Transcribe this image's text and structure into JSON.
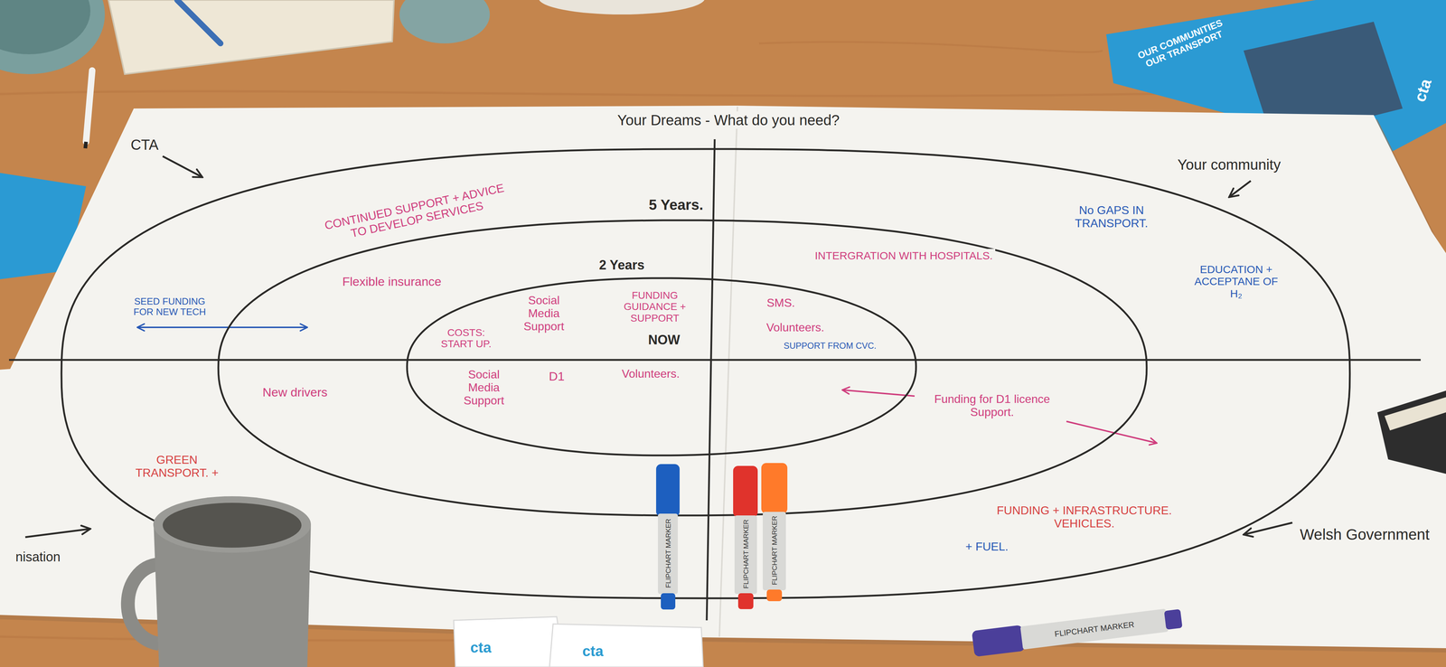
{
  "diagram": {
    "title": "Your Dreams - What do you need?",
    "nodes": [
      {
        "text": [
          "5 Years.",
          "CONTINUED SUPPORT + ADVICE TO DEVELOP SERVICES",
          "SEED FUNDING FOR NEW TECH",
          "GREEN TRANSPORT. +",
          "No GAPS IN TRANSPORT.",
          "EDUCATION + ACCEPTANE OF H₂",
          "FUNDING + INFRASTRUCTURE. VEHICLES.",
          "+ FUEL."
        ]
      },
      {
        "text": [
          "2 Years",
          "Flexible insurance",
          "New drivers",
          "INTERGRATION WITH HOSPITALS.",
          "Funding for D1 licence Support."
        ],
        "in": 0
      },
      {
        "text": [
          "NOW",
          "COSTS: START UP.",
          "Social Media Support",
          "FUNDING GUIDANCE + SUPPORT",
          "Social Media Support",
          "D1",
          "Volunteers.",
          "SMS.",
          "Volunteers.",
          "SUPPORT FROM CVC."
        ],
        "in": 1
      }
    ],
    "labels": [
      "CTA",
      "Your community",
      "nisation",
      "Welsh Government",
      "OUR COMMUNITIES OUR TRANSPORT",
      "cta",
      "FLIPCHART MARKER",
      "FLIPCHART MARKER",
      "FLIPCHART MARKER",
      "FLIPCHART MARKER",
      "cta",
      "cta"
    ]
  }
}
